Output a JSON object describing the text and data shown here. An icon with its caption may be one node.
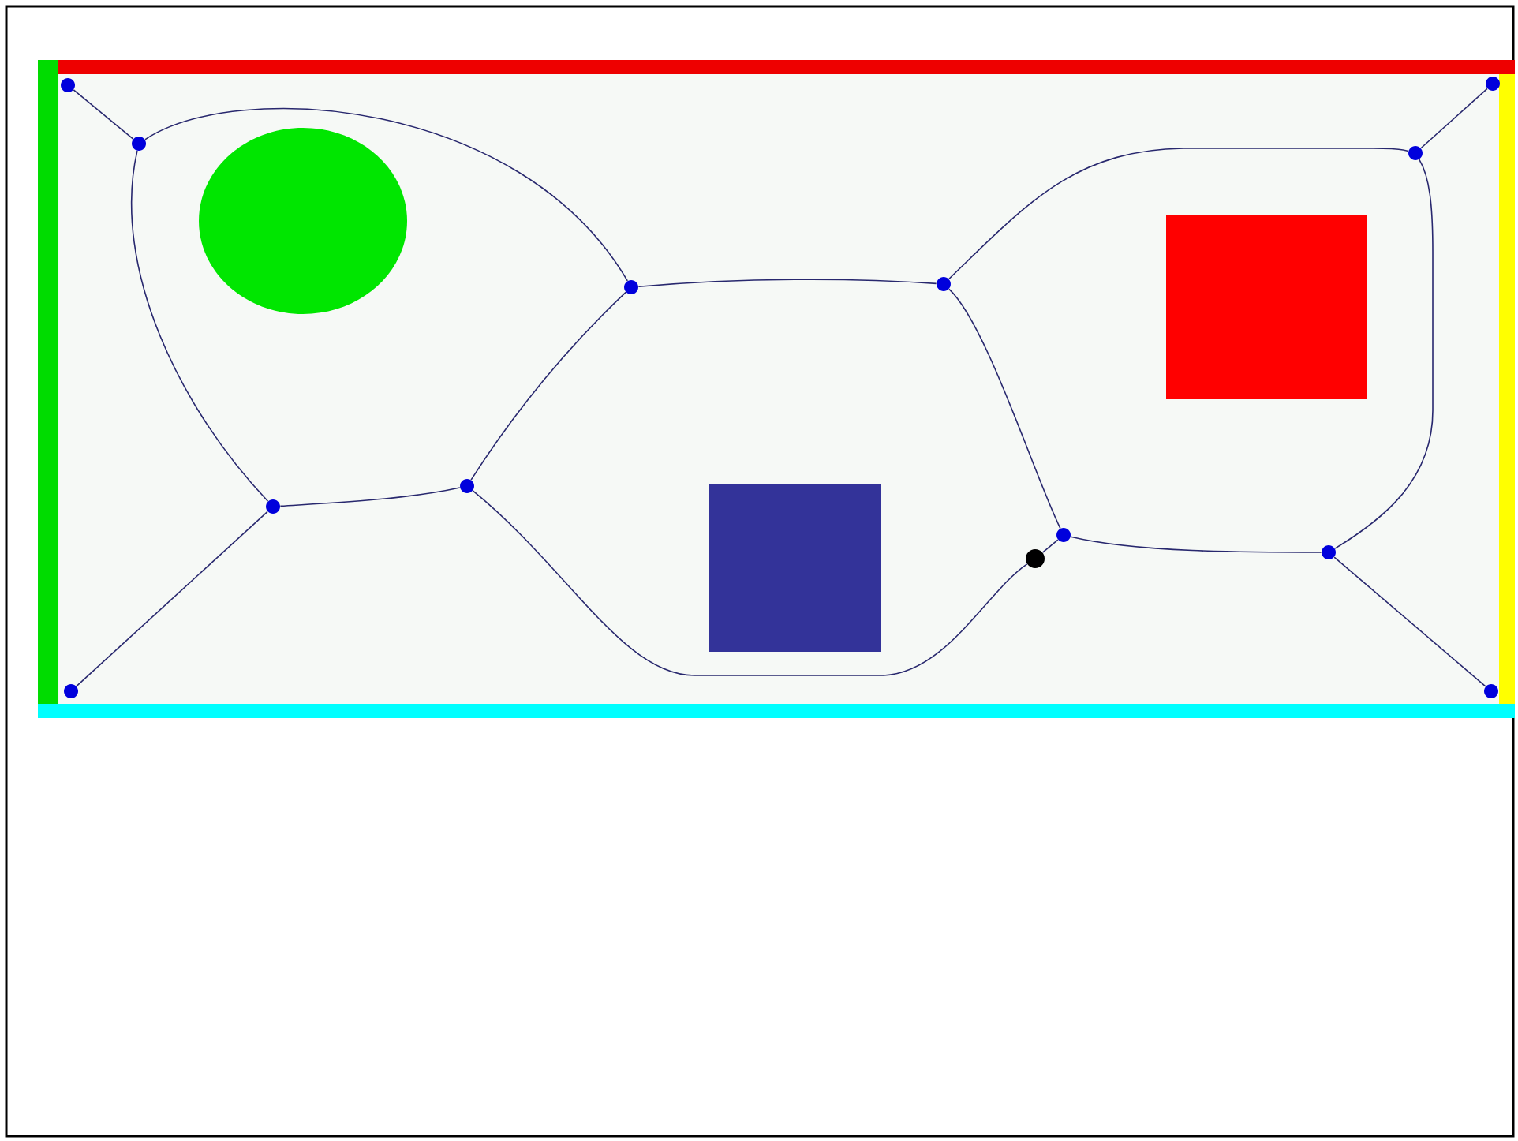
{
  "diagram": {
    "nodes": [
      {
        "text": [],
        "shape": "circle"
      },
      {
        "text": [],
        "shape": "circle"
      },
      {
        "text": [],
        "shape": "circle"
      },
      {
        "text": [],
        "shape": "circle"
      },
      {
        "text": [],
        "shape": "circle"
      },
      {
        "text": [],
        "shape": "circle"
      },
      {
        "text": [],
        "shape": "circle"
      },
      {
        "text": [],
        "shape": "circle"
      },
      {
        "text": [],
        "shape": "circle"
      },
      {
        "text": [],
        "shape": "circle"
      },
      {
        "text": [],
        "shape": "circle"
      },
      {
        "text": [],
        "shape": "circle"
      },
      {
        "text": [],
        "shape": "circle"
      }
    ],
    "edges": [
      {
        "from": 0,
        "to": 1,
        "arrow": "none"
      },
      {
        "from": 1,
        "to": 2,
        "arrow": "none"
      },
      {
        "from": 1,
        "to": 6,
        "arrow": "none"
      },
      {
        "from": 6,
        "to": 7,
        "arrow": "none"
      },
      {
        "from": 6,
        "to": 10,
        "arrow": "none"
      },
      {
        "from": 7,
        "to": 2,
        "arrow": "none"
      },
      {
        "from": 2,
        "to": 3,
        "arrow": "none"
      },
      {
        "from": 3,
        "to": 4,
        "arrow": "none"
      },
      {
        "from": 4,
        "to": 5,
        "arrow": "none"
      },
      {
        "from": 4,
        "to": 9,
        "arrow": "none"
      },
      {
        "from": 3,
        "to": 8,
        "arrow": "none"
      },
      {
        "from": 8,
        "to": 9,
        "arrow": "none"
      },
      {
        "from": 9,
        "to": 11,
        "arrow": "none"
      },
      {
        "from": 7,
        "to": 12,
        "arrow": "none"
      },
      {
        "from": 12,
        "to": 8,
        "arrow": "none"
      }
    ]
  }
}
